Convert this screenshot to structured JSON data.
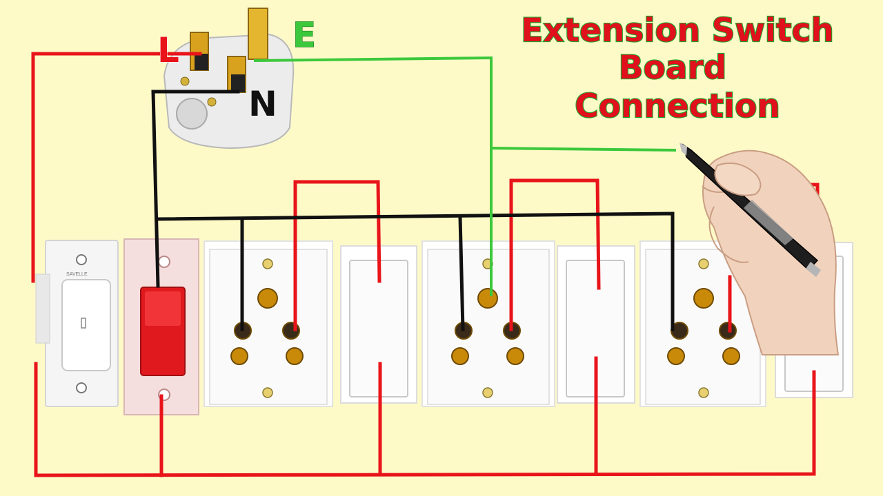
{
  "title": {
    "lines": [
      "Extension Switch",
      "Board",
      "Connection"
    ]
  },
  "plug": {
    "label_live": "L",
    "label_neutral": "N",
    "label_earth": "E"
  },
  "switch_label": "SAVELLE",
  "wire_colors": {
    "live": "#e8141a",
    "neutral": "#111111",
    "earth": "#3cc83c"
  },
  "background_color": "#fdfac8"
}
